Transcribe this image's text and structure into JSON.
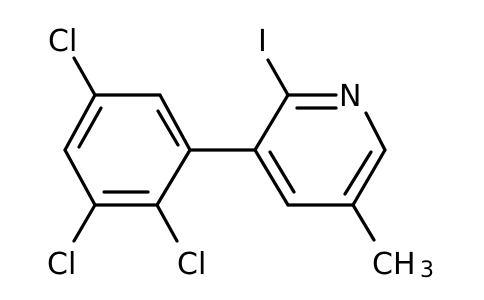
{
  "molecule": {
    "atom_labels": {
      "cl_top": "Cl",
      "cl_bottom_left": "Cl",
      "cl_bottom_right": "Cl",
      "iodine": "I",
      "nitrogen": "N",
      "methyl_ch": "CH",
      "methyl_sub": "3"
    }
  }
}
